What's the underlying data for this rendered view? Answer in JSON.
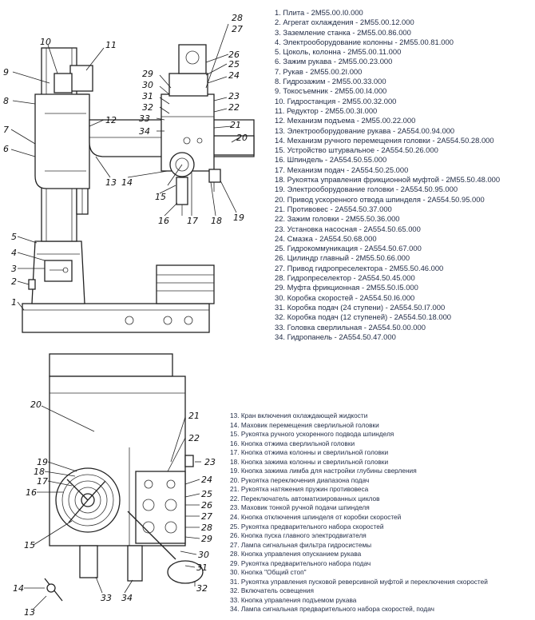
{
  "top_view": {
    "callouts": [
      "1",
      "2",
      "3",
      "4",
      "5",
      "6",
      "7",
      "8",
      "9",
      "10",
      "11",
      "12",
      "13",
      "14",
      "15",
      "16",
      "17",
      "18",
      "19",
      "20",
      "21",
      "22",
      "23",
      "24",
      "25",
      "26",
      "27",
      "28",
      "29",
      "30",
      "31",
      "32",
      "33",
      "34"
    ],
    "legend": [
      "1. Плита - 2М55.00.I0.000",
      "2. Агрегат охлаждения - 2М55.00.12.000",
      "3. Заземление станка - 2М55.00.86.000",
      "4. Электрооборудование колонны - 2М55.00.81.000",
      "5. Цоколь, колонна - 2М55.00.11.000",
      "6. Зажим рукава - 2М55.00.23.000",
      "7. Рукав - 2М55.00.2I.000",
      "8. Гидрозажим - 2М55.00.33.000",
      "9. Токосъемник - 2М55.00.I4.000",
      "10. Гидростанция - 2М55.00.32.000",
      "11. Редуктор - 2М55.00.3I.000",
      "12. Механизм подъема - 2М55.00.22.000",
      "13. Электрооборудование рукава - 2А554.00.94.000",
      "14. Механизм ручного перемещения головки - 2А554.50.28.000",
      "15. Устройство штурвальное - 2А554.50.26.000",
      "16. Шпиндель - 2А554.50.55.000",
      "17. Механизм подач - 2А554.50.25.000",
      "18. Рукоятка управления фрикционной муфтой - 2М55.50.48.000",
      "19. Электрооборудование головки - 2А554.50.95.000",
      "20. Привод ускоренного отвода шпинделя - 2А554.50.95.000",
      "21. Противовес - 2А554.50.37.000",
      "22. Зажим головки - 2М55.50.36.000",
      "23. Установка насосная - 2А554.50.65.000",
      "24. Смазка - 2А554.50.68.000",
      "25. Гидрокоммуникация - 2А554.50.67.000",
      "26. Цилиндр главный - 2М55.50.66.000",
      "27. Привод гидропреселектора - 2М55.50.46.000",
      "28. Гидропреселектор - 2А554.50.45.000",
      "29. Муфта фрикционная - 2М55.50.I5.000",
      "30. Коробка скоростей - 2А554.50.I6.000",
      "31. Коробка подач (24 ступени) - 2А554.50.I7.000",
      "32. Коробка подач (12 ступеней) - 2А554.50.18.000",
      "33. Головка сверлильная - 2А554.50.00.000",
      "34. Гидропанель - 2А554.50.47.000"
    ]
  },
  "bottom_view": {
    "callouts": [
      "13",
      "14",
      "15",
      "16",
      "17",
      "18",
      "19",
      "20",
      "21",
      "22",
      "23",
      "24",
      "25",
      "26",
      "27",
      "28",
      "29",
      "30",
      "31",
      "32",
      "33",
      "34"
    ],
    "legend": [
      "13. Кран включения охлаждающей жидкости",
      "14. Маховик перемещения сверлильной головки",
      "15. Рукоятка ручного ускоренного подвода шпинделя",
      "16. Кнопка отжима сверлильной головки",
      "17. Кнопка отжима колонны и сверлильной головки",
      "18. Кнопка зажима колонны и сверлильной головки",
      "19. Кнопка зажима лимба для настройки глубины сверления",
      "20. Рукоятка переключения диапазона подач",
      "21. Рукоятка натяжения пружин противовеса",
      "22. Переключатель автоматизированных циклов",
      "23. Маховик тонкой ручной подачи шпинделя",
      "24. Кнопка отключения шпинделя от коробки скоростей",
      "25. Рукоятка предварительного набора скоростей",
      "26. Кнопка пуска главного электродвигателя",
      "27. Лампа сигнальная фильтра гидросистемы",
      "28. Кнопка управления опусканием рукава",
      "29. Рукоятка предварительного набора подач",
      "30. Кнопка \"Общий стоп\"",
      "31. Рукоятка управления пусковой реверсивной муфтой и переключения скоростей",
      "32. Включатель освещения",
      "33. Кнопка управления подъемом рукава",
      "34. Лампа сигнальная предварительного набора скоростей, подач"
    ]
  }
}
